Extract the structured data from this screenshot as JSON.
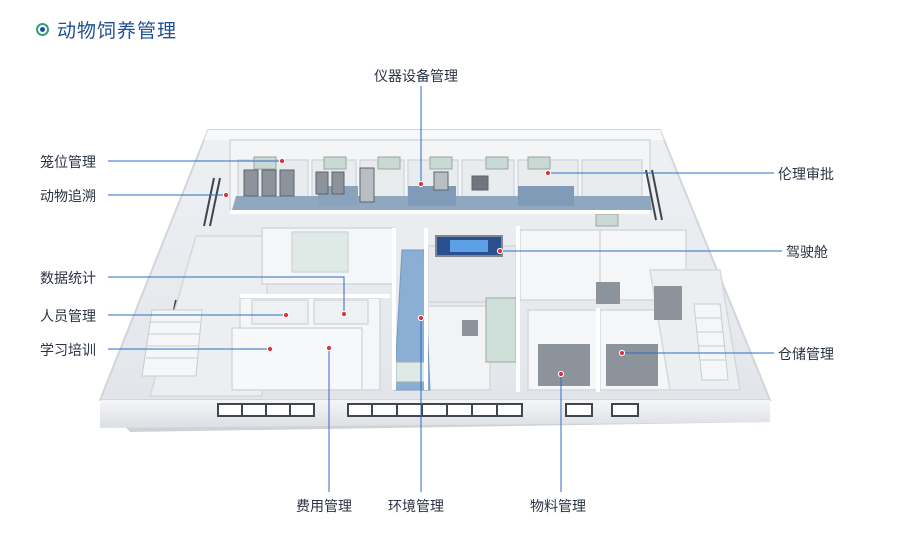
{
  "header": {
    "title": "动物饲养管理",
    "bullet_icon": "target-ring-icon"
  },
  "colors": {
    "accent": "#1e4f96",
    "leader": "#2b6cc4",
    "bullet_green": "#2fa37a"
  },
  "modules": [
    {
      "id": "instrument",
      "label": "仪器设备管理"
    },
    {
      "id": "cage",
      "label": "笼位管理"
    },
    {
      "id": "trace",
      "label": "动物追溯"
    },
    {
      "id": "ethics",
      "label": "伦理审批"
    },
    {
      "id": "cockpit",
      "label": "驾驶舱"
    },
    {
      "id": "stats",
      "label": "数据统计"
    },
    {
      "id": "personnel",
      "label": "人员管理"
    },
    {
      "id": "training",
      "label": "学习培训"
    },
    {
      "id": "warehouse",
      "label": "仓储管理"
    },
    {
      "id": "expense",
      "label": "费用管理"
    },
    {
      "id": "environment",
      "label": "环境管理"
    },
    {
      "id": "material",
      "label": "物料管理"
    }
  ]
}
